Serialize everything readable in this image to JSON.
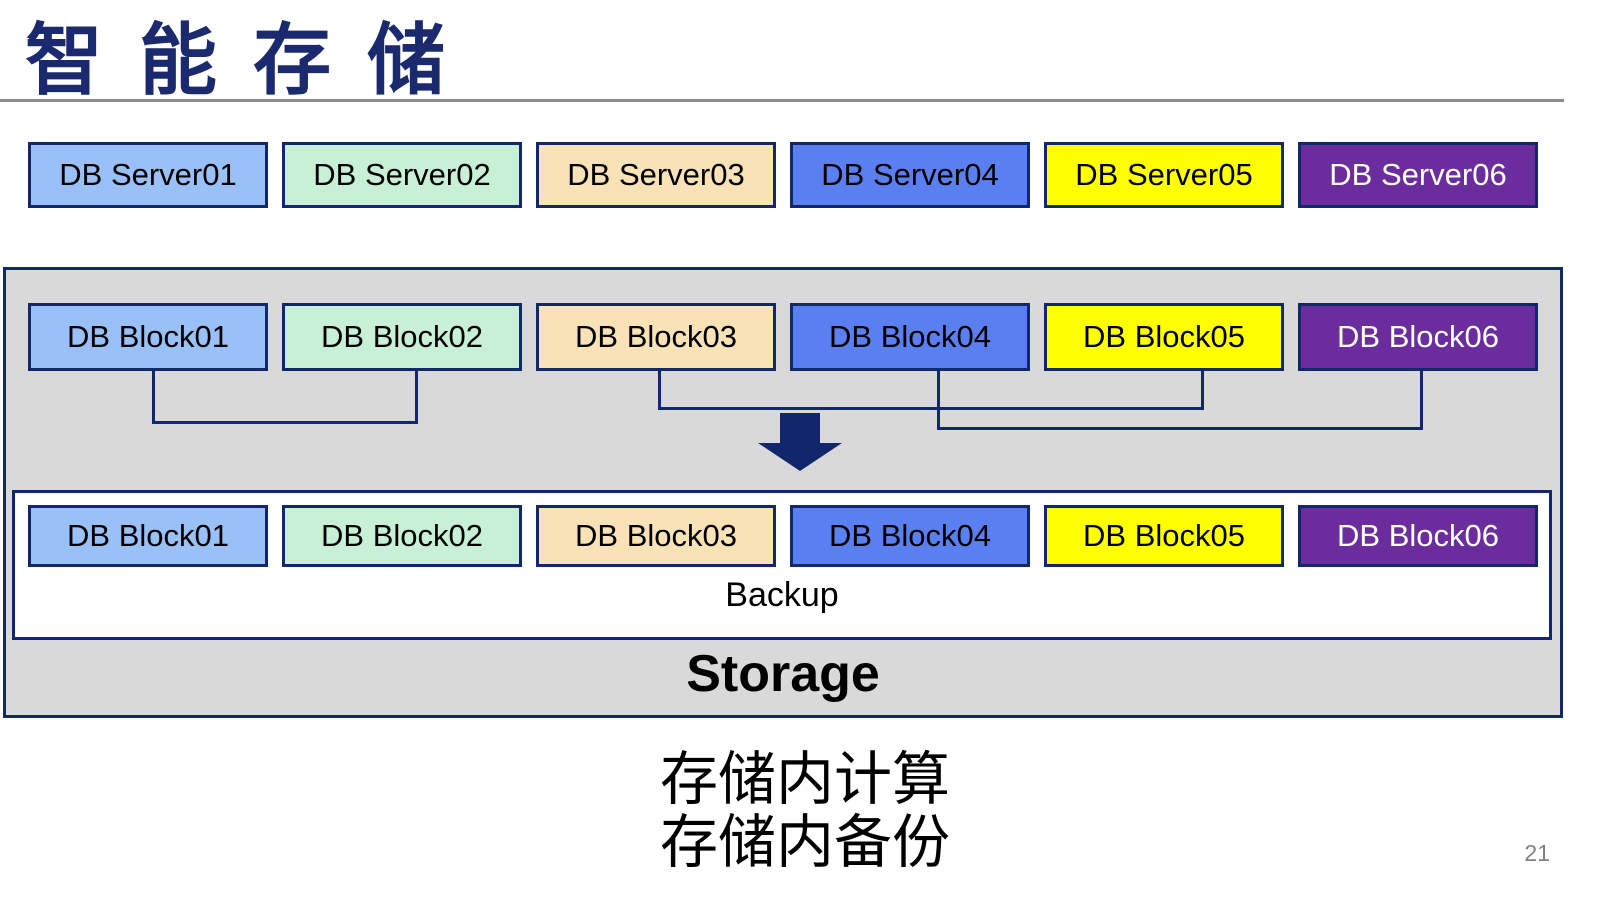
{
  "title": "智能存储",
  "page_number": "21",
  "server_row": [
    {
      "label": "DB Server01",
      "bg": "#99C1F7",
      "fg": "#000000"
    },
    {
      "label": "DB Server02",
      "bg": "#C8F0D6",
      "fg": "#000000"
    },
    {
      "label": "DB Server03",
      "bg": "#F8E2B6",
      "fg": "#000000"
    },
    {
      "label": "DB Server04",
      "bg": "#5A7FF0",
      "fg": "#000000"
    },
    {
      "label": "DB Server05",
      "bg": "#FFFF00",
      "fg": "#000000"
    },
    {
      "label": "DB Server06",
      "bg": "#6B2D9E",
      "fg": "#FFFFFF"
    }
  ],
  "storage_unit": {
    "label": "Storage",
    "top_blocks": [
      {
        "label": "DB Block01",
        "bg": "#99C1F7",
        "fg": "#000000"
      },
      {
        "label": "DB Block02",
        "bg": "#C8F0D6",
        "fg": "#000000"
      },
      {
        "label": "DB Block03",
        "bg": "#F8E2B6",
        "fg": "#000000"
      },
      {
        "label": "DB Block04",
        "bg": "#5A7FF0",
        "fg": "#000000"
      },
      {
        "label": "DB Block05",
        "bg": "#FFFF00",
        "fg": "#000000"
      },
      {
        "label": "DB Block06",
        "bg": "#6B2D9E",
        "fg": "#FFFFFF"
      }
    ],
    "backup_box": {
      "label": "Backup",
      "blocks": [
        {
          "label": "DB Block01",
          "bg": "#99C1F7",
          "fg": "#000000"
        },
        {
          "label": "DB Block02",
          "bg": "#C8F0D6",
          "fg": "#000000"
        },
        {
          "label": "DB Block03",
          "bg": "#F8E2B6",
          "fg": "#000000"
        },
        {
          "label": "DB Block04",
          "bg": "#5A7FF0",
          "fg": "#000000"
        },
        {
          "label": "DB Block05",
          "bg": "#FFFF00",
          "fg": "#000000"
        },
        {
          "label": "DB Block06",
          "bg": "#6B2D9E",
          "fg": "#FFFFFF"
        }
      ]
    }
  },
  "connections": [
    {
      "from": "DB Block01",
      "to": "DB Block02"
    },
    {
      "from": "DB Block03",
      "to": "DB Block05"
    },
    {
      "from": "DB Block04",
      "to": "DB Block06"
    }
  ],
  "caption": {
    "line1": "存储内计算",
    "line2": "存储内备份"
  },
  "colors": {
    "title": "#1B2A6E",
    "border": "#12286B",
    "container_bg": "#D9D9D9",
    "arrow": "#12266B",
    "rule": "#8C8C8C",
    "page_number": "#808080"
  }
}
